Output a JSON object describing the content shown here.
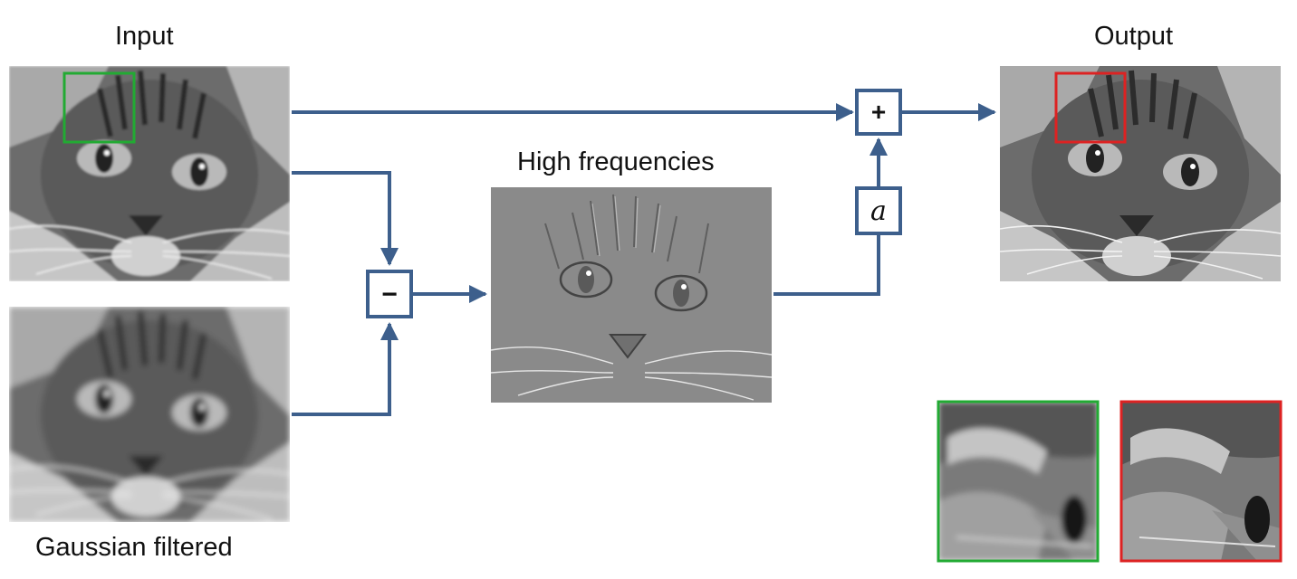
{
  "labels": {
    "input": "Input",
    "gaussian": "Gaussian filtered",
    "high_freq": "High frequencies",
    "output": "Output"
  },
  "operators": {
    "minus": "−",
    "plus": "+",
    "alpha": "a"
  },
  "colors": {
    "arrow": "#3d5f8c",
    "input_crop_frame": "#22aa33",
    "output_crop_frame": "#dd2222",
    "highpass_gray": "#8a8a8a"
  },
  "images": {
    "input": "cat-photo-grayscale",
    "gaussian": "cat-photo-blurred",
    "high_freq": "cat-edges-highpass",
    "output": "cat-photo-sharpened",
    "input_crop": "cat-fur-crop-blurry",
    "output_crop": "cat-fur-crop-sharp"
  }
}
